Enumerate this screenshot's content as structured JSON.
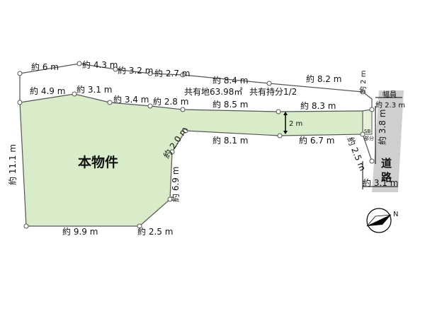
{
  "colors": {
    "lot_fill": "#d9ecc9",
    "road_fill": "#cfcfcf",
    "boundary": "#555555",
    "arrow": "#000000"
  },
  "labels": {
    "top_1": "約 6 m",
    "top_2": "約 4.3 m",
    "top_3": "約 3.2 m",
    "top_4": "約 2.7 m",
    "top_5": "約 8.4 m",
    "top_6": "約 8.2 m",
    "mid_1": "約 4.9 m",
    "mid_2": "約 3.1 m",
    "mid_3": "約 3.4 m",
    "mid_4": "約 2.8 m",
    "mid_5": "約 8.5 m",
    "mid_6": "約 8.3 m",
    "right_2m": "約 2 m",
    "shared_area": "共有地63.98㎡",
    "shared_share": "共有持分1/2",
    "width_title": "幅員",
    "width_value": "約 2.3 m",
    "road_height": "約 3.8 m",
    "road": "道路",
    "road_bottom": "約 3.1 m",
    "sb_part": "SB部分",
    "corridor_width": "2 m",
    "property": "本物件",
    "left": "約 11.1 m",
    "diag": "約 2.0 m",
    "inner_vertical": "約 6.9 m",
    "lower_1": "約 8.1 m",
    "lower_2": "約 6.7 m",
    "lower_3": "約 2.5 m",
    "bottom_1": "約 9.9 m",
    "bottom_2": "約 2.5 m",
    "north": "N"
  }
}
